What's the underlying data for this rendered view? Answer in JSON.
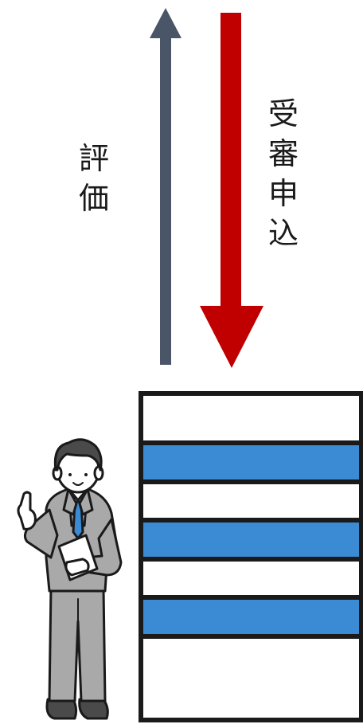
{
  "labels": {
    "evaluation": "評\n価",
    "application": "受\n審\n申\n込"
  },
  "colors": {
    "evaluation_arrow": "#4a5568",
    "application_arrow": "#c00000",
    "band_fill": "#3a8ad4",
    "frame_stroke": "#1a1a1a",
    "band_empty": "#ffffff"
  },
  "icons": {
    "evaluation_arrow": "arrow-up-icon",
    "application_arrow": "arrow-down-icon",
    "person": "businessman-illustration",
    "stack": "document-stack-icon"
  }
}
